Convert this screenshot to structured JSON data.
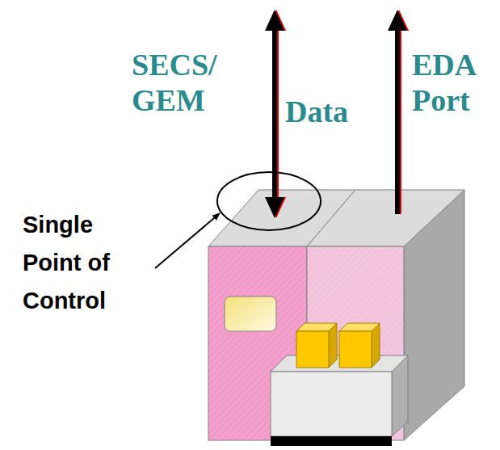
{
  "diagram": {
    "labels": [
      "SECS/ GEM",
      "Data",
      "EDA Port",
      "Single Point of Control"
    ]
  }
}
